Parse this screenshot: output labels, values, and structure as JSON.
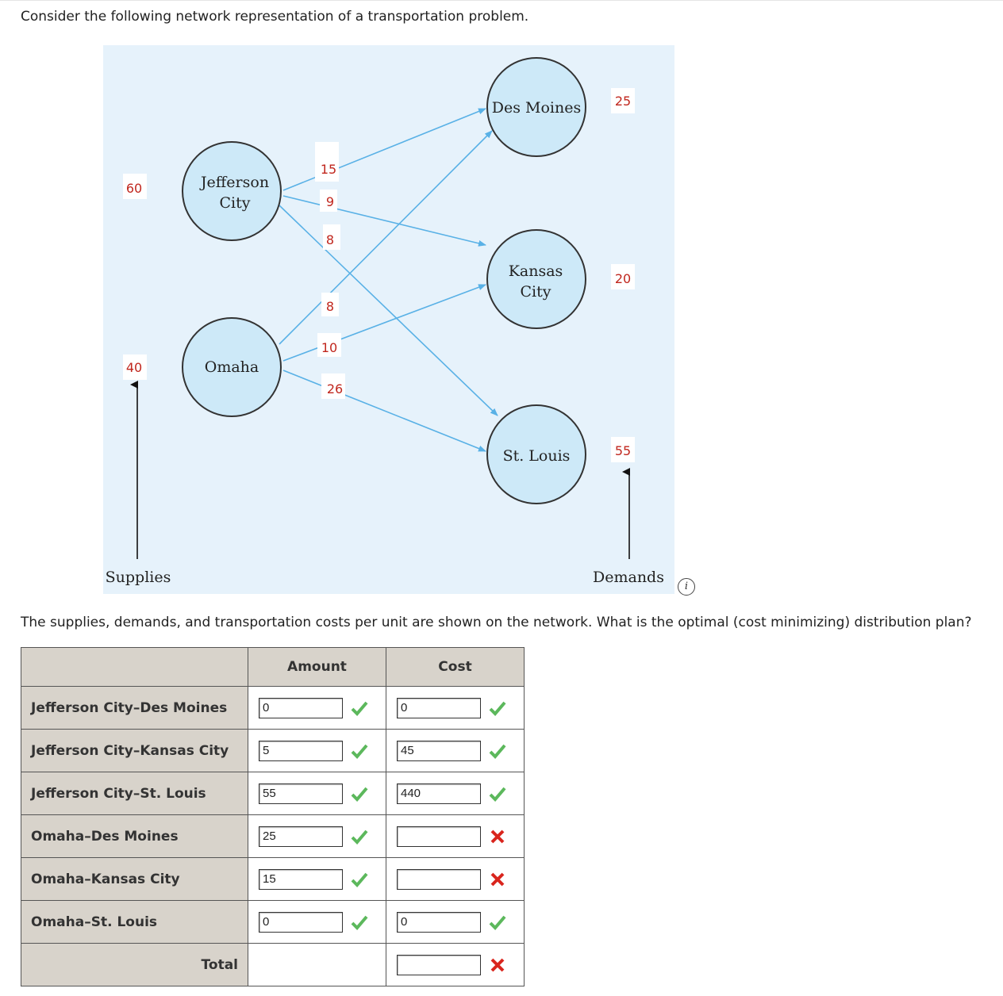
{
  "intro_text": "Consider the following network representation of a transportation problem.",
  "question_text": "The supplies, demands, and transportation costs per unit are shown on the network. What is the optimal (cost minimizing) distribution plan?",
  "network": {
    "origins": [
      {
        "name_lines": [
          "Jefferson",
          "City"
        ],
        "supply": "60"
      },
      {
        "name_lines": [
          "Omaha"
        ],
        "supply": "40"
      }
    ],
    "destinations": [
      {
        "name_lines": [
          "Des Moines"
        ],
        "demand": "25"
      },
      {
        "name_lines": [
          "Kansas",
          "City"
        ],
        "demand": "20"
      },
      {
        "name_lines": [
          "St. Louis"
        ],
        "demand": "55"
      }
    ],
    "costs": {
      "jc_dm": "15",
      "jc_kc": "9",
      "jc_sl": "8",
      "om_dm": "8",
      "om_kc": "10",
      "om_sl": "26"
    },
    "supplies_label": "Supplies",
    "demands_label": "Demands",
    "colors": {
      "node_fill": "#cde9f8",
      "arc": "#59b1e6",
      "label_red": "#c0261d",
      "background": "#e6f2fb"
    }
  },
  "info_icon": "info-icon",
  "table": {
    "headers": {
      "amount": "Amount",
      "cost": "Cost"
    },
    "rows": [
      {
        "label": "Jefferson City–Des Moines",
        "amount": "0",
        "amount_status": "correct",
        "cost": "0",
        "cost_status": "correct"
      },
      {
        "label": "Jefferson City–Kansas City",
        "amount": "5",
        "amount_status": "correct",
        "cost": "45",
        "cost_status": "correct"
      },
      {
        "label": "Jefferson City–St. Louis",
        "amount": "55",
        "amount_status": "correct",
        "cost": "440",
        "cost_status": "correct"
      },
      {
        "label": "Omaha–Des Moines",
        "amount": "25",
        "amount_status": "correct",
        "cost": "",
        "cost_status": "incorrect"
      },
      {
        "label": "Omaha–Kansas City",
        "amount": "15",
        "amount_status": "correct",
        "cost": "",
        "cost_status": "incorrect"
      },
      {
        "label": "Omaha–St. Louis",
        "amount": "0",
        "amount_status": "correct",
        "cost": "0",
        "cost_status": "correct"
      }
    ],
    "total": {
      "label": "Total",
      "cost": "",
      "cost_status": "incorrect"
    }
  }
}
